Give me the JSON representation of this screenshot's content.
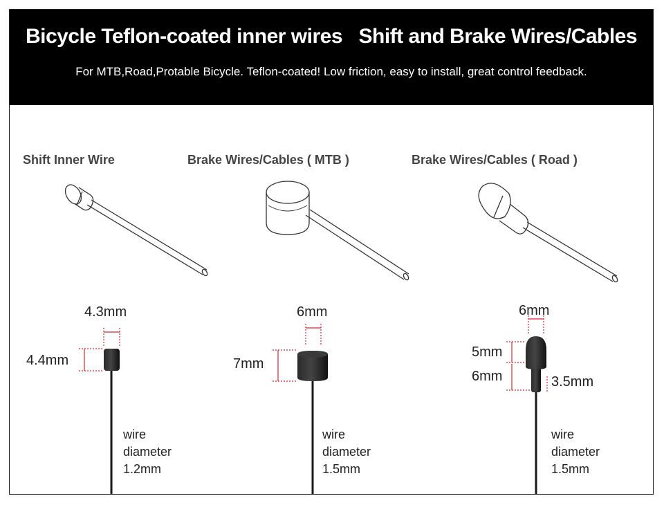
{
  "header": {
    "title": "Bicycle Teflon-coated inner wires   Shift and Brake Wires/Cables",
    "subtitle": "For MTB,Road,Protable Bicycle. Teflon-coated! Low friction, easy to install, great control feedback."
  },
  "products": [
    {
      "label": "Shift Inner Wire",
      "dims": [
        "4.3mm",
        "4.4mm"
      ],
      "wire_diameter": {
        "line1": "wire",
        "line2": "diameter",
        "value": "1.2mm"
      }
    },
    {
      "label": "Brake Wires/Cables ( MTB )",
      "dims": [
        "6mm",
        "7mm"
      ],
      "wire_diameter": {
        "line1": "wire",
        "line2": "diameter",
        "value": "1.5mm"
      }
    },
    {
      "label": "Brake Wires/Cables ( Road )",
      "dims": [
        "6mm",
        "5mm",
        "6mm",
        "3.5mm"
      ],
      "wire_diameter": {
        "line1": "wire",
        "line2": "diameter",
        "value": "1.5mm"
      }
    }
  ],
  "colors": {
    "banner": "#000000",
    "dimension_line": "#e0202c",
    "wire": "#1a1a1a"
  }
}
